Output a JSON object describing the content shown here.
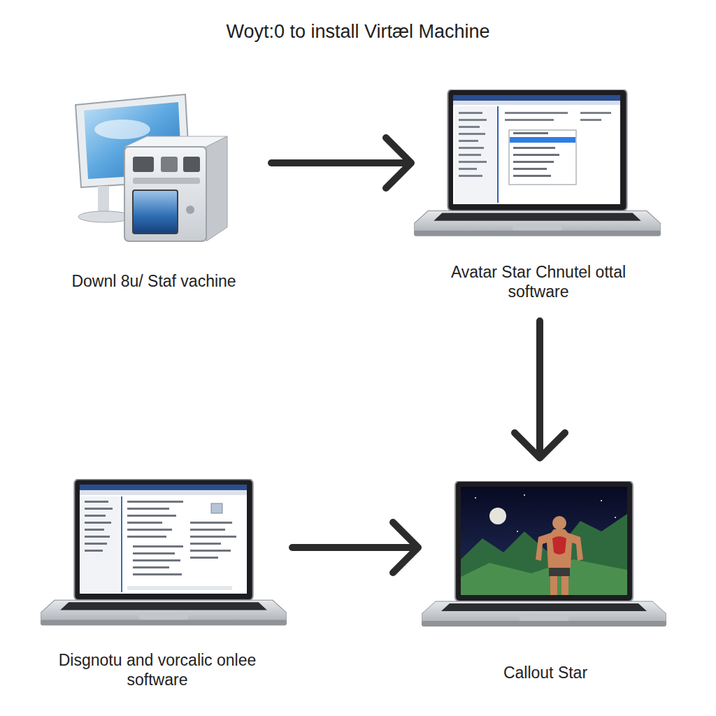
{
  "diagram": {
    "title": "Woyt:0 to install Virtæl Machine",
    "nodes": [
      {
        "text": [
          "Downl 8u/ Staf vachine"
        ]
      },
      {
        "text": [
          "Avatar Star Chnutel ottal software"
        ]
      },
      {
        "text": [
          "Disgnotu and vorcalic onlee software"
        ]
      },
      {
        "text": [
          "Callout Star"
        ]
      }
    ],
    "edges": [
      {
        "from": 0,
        "to": 1,
        "arrow": "to"
      },
      {
        "from": 1,
        "to": 3,
        "arrow": "to"
      },
      {
        "from": 2,
        "to": 3,
        "arrow": "to"
      }
    ]
  }
}
